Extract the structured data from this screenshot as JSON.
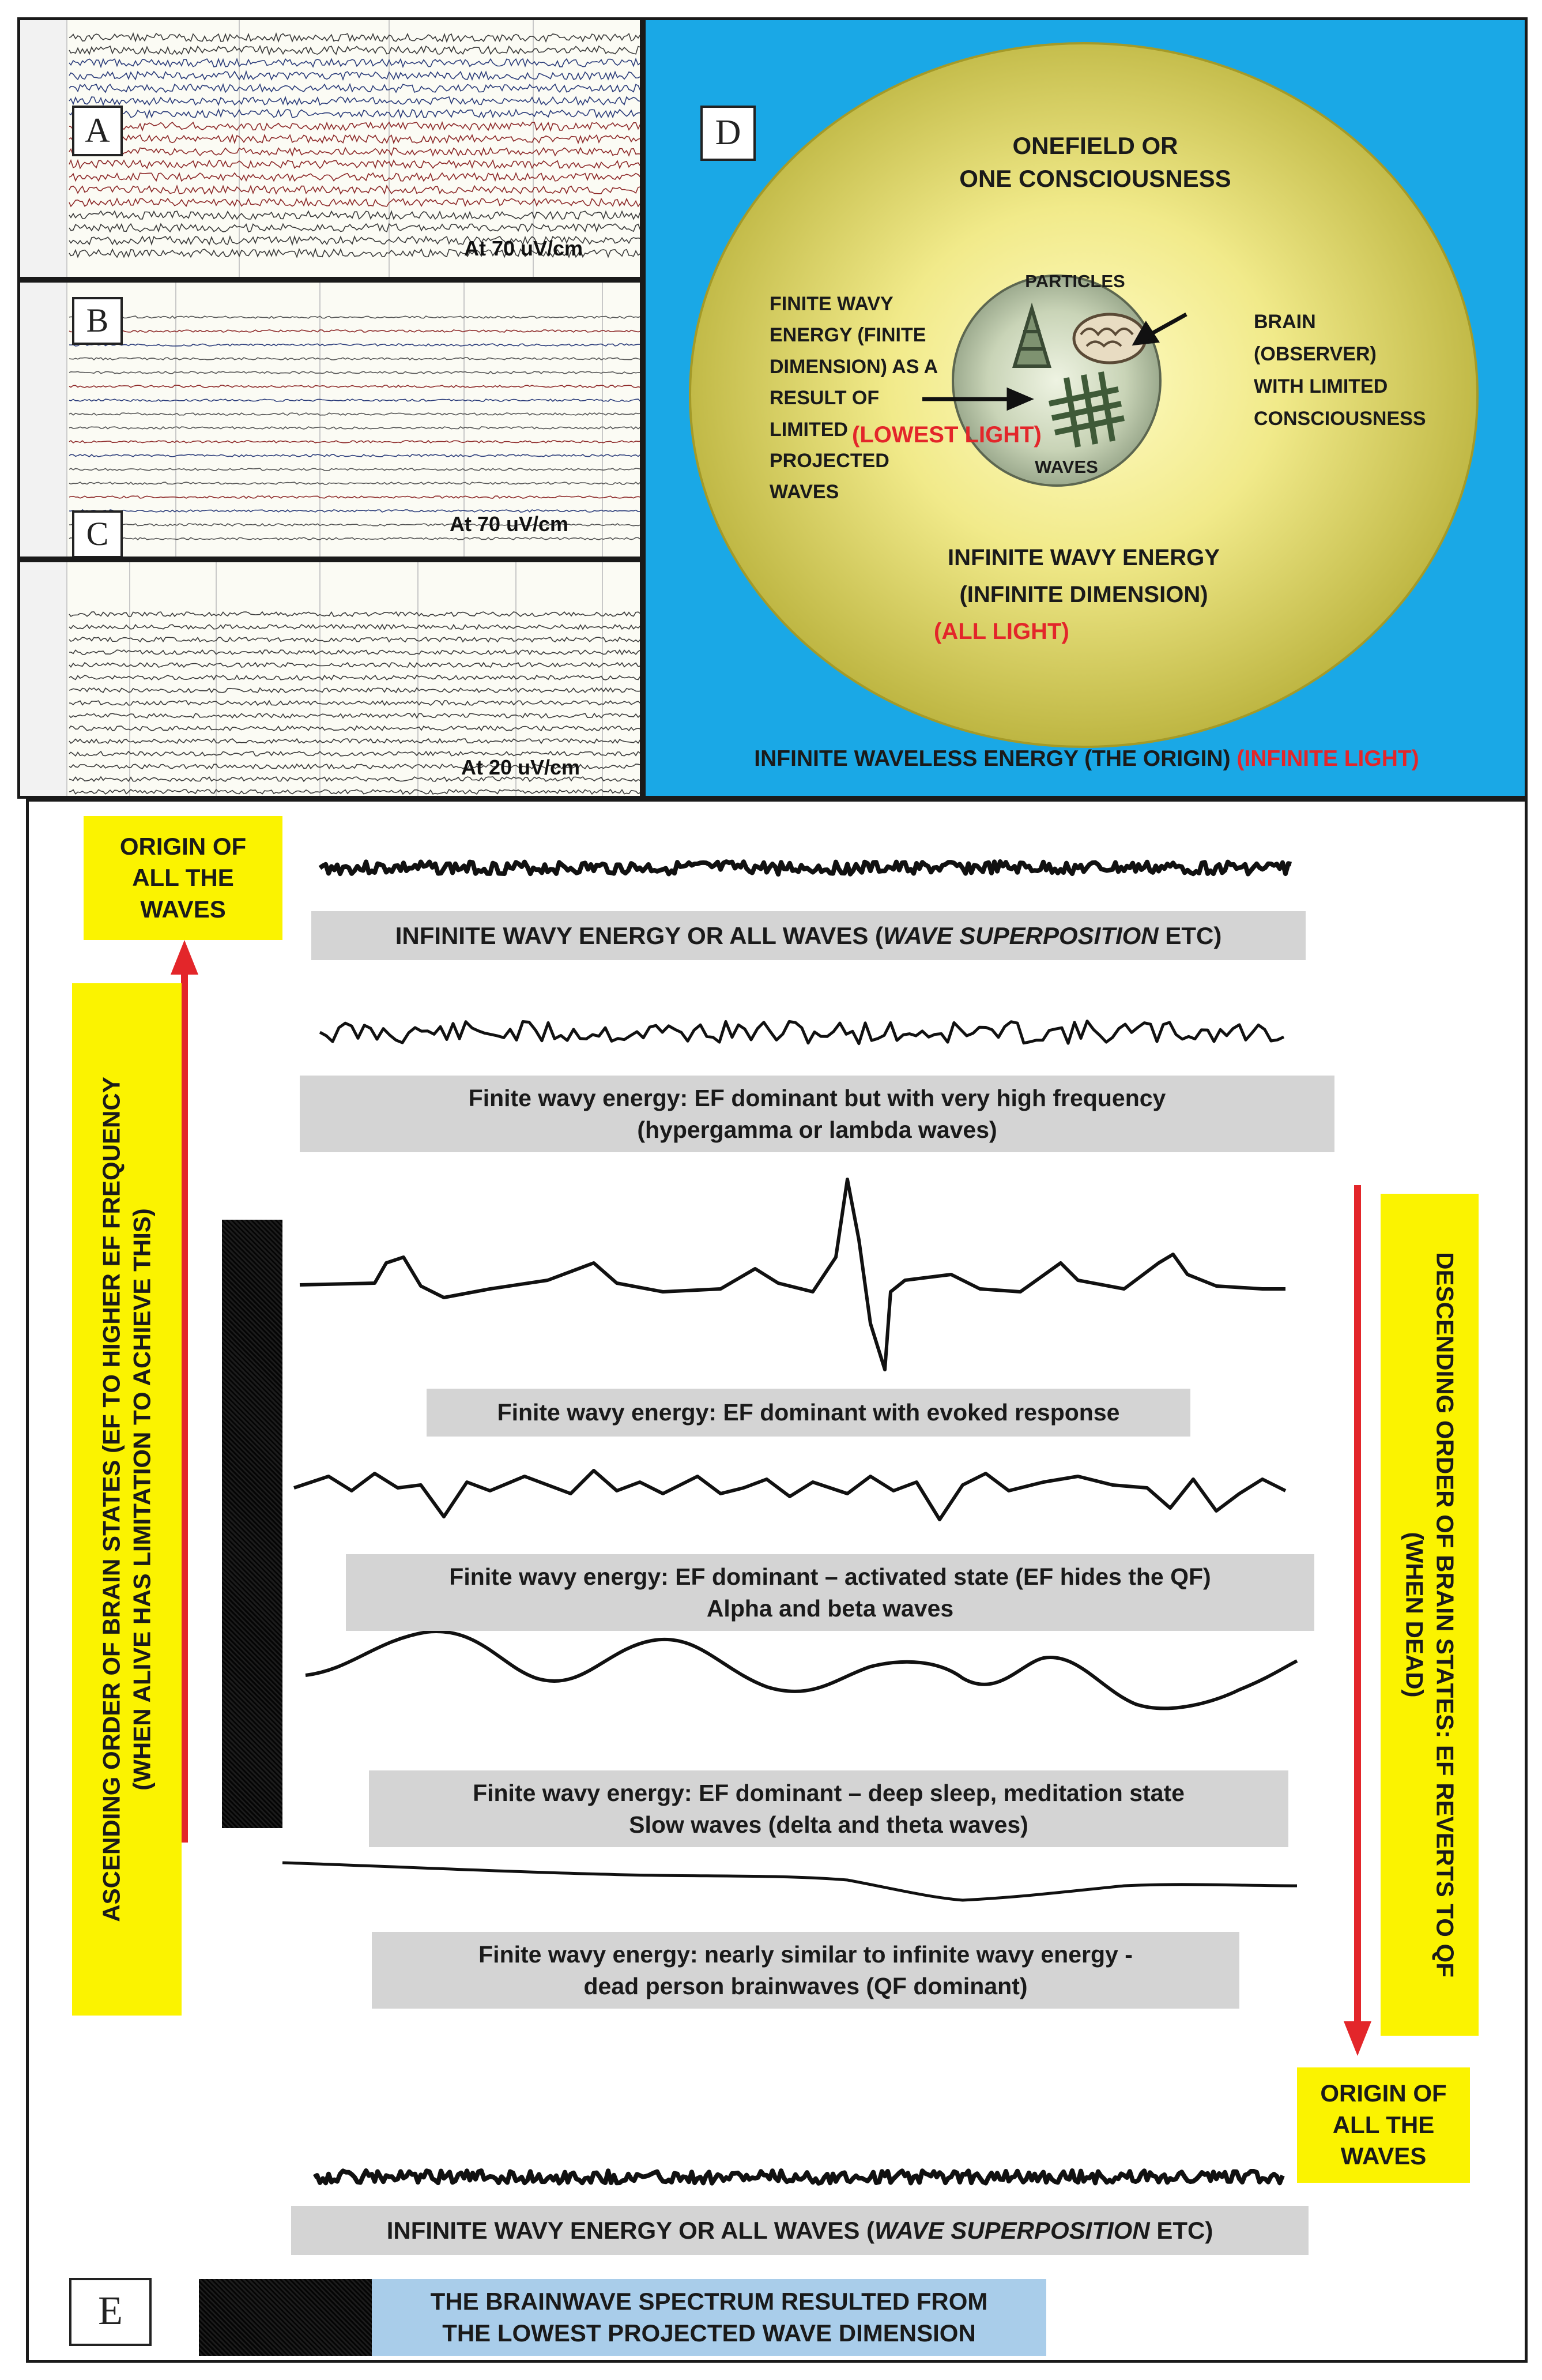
{
  "panels": {
    "a": {
      "label": "A",
      "scale": "At 70 uV/cm"
    },
    "b": {
      "label": "B"
    },
    "c": {
      "label": "C",
      "scale": "At 70 uV/cm"
    },
    "c2": {
      "scale": "At 20 uV/cm"
    },
    "d": {
      "label": "D",
      "onefield_line1": "ONEFIELD OR",
      "onefield_line2": "ONE CONSCIOUSNESS",
      "particles": "PARTICLES",
      "waves": "WAVES",
      "finite_lines": [
        "FINITE WAVY",
        "ENERGY (FINITE",
        "DIMENSION) AS A",
        "RESULT OF",
        "LIMITED",
        "PROJECTED",
        "WAVES"
      ],
      "lowest_light": "(LOWEST LIGHT)",
      "brain_lines": [
        "BRAIN",
        "(OBSERVER)",
        "WITH LIMITED",
        "CONSCIOUSNESS"
      ],
      "infinite_wavy_line1": "INFINITE WAVY ENERGY",
      "infinite_wavy_line2": "(INFINITE DIMENSION)",
      "all_light": "(ALL LIGHT)",
      "waveless": "INFINITE WAVELESS ENERGY  (THE ORIGIN)",
      "infinite_light": "(INFINITE LIGHT)"
    },
    "e": {
      "label": "E",
      "origin_top": [
        "ORIGIN OF",
        "ALL THE",
        "WAVES"
      ],
      "origin_bottom": [
        "ORIGIN OF",
        "ALL THE",
        "WAVES"
      ],
      "ascending_line1": "ASCENDING ORDER OF BRAIN STATES (EF TO HIGHER EF FREQUENCY",
      "ascending_line2": "(WHEN ALIVE HAS LIMITATION TO ACHIEVE THIS)",
      "descending_line1": "DESCENDING ORDER OF BRAIN STATES: EF REVERTS TO QF",
      "descending_line2": "(WHEN DEAD)",
      "top_caption_prefix": "INFINITE WAVY ENERGY OR ALL WAVES (",
      "top_caption_italic": "WAVE SUPERPOSITION",
      "top_caption_suffix": " ETC)",
      "cap_high": [
        "Finite wavy energy: EF dominant but with very high frequency",
        "(hypergamma or lambda waves)"
      ],
      "cap_evoked": "Finite wavy energy: EF dominant with evoked response",
      "cap_active": [
        "Finite wavy energy: EF dominant – activated state (EF hides the QF)",
        "Alpha and beta waves"
      ],
      "cap_sleep": [
        "Finite wavy energy: EF dominant – deep sleep, meditation state",
        "Slow waves (delta and theta waves)"
      ],
      "cap_dead": [
        "Finite wavy energy: nearly similar to infinite wavy energy -",
        "dead person brainwaves (QF dominant)"
      ],
      "bottom_caption_prefix": "INFINITE WAVY ENERGY OR ALL WAVES (",
      "bottom_caption_italic": "WAVE SUPERPOSITION",
      "bottom_caption_suffix": " ETC)",
      "legend_lines": [
        "THE BRAINWAVE SPECTRUM RESULTED FROM",
        "THE LOWEST PROJECTED WAVE DIMENSION"
      ]
    }
  },
  "colors": {
    "panel_d_bg": "#1aa8e6",
    "sphere": "#e8e07a",
    "inner_sphere": "#b9c8a6",
    "accent_red": "#e3262a",
    "yellow_box": "#fbf300",
    "caption_gray": "#d4d4d4",
    "legend_blue": "#a9cdea"
  }
}
